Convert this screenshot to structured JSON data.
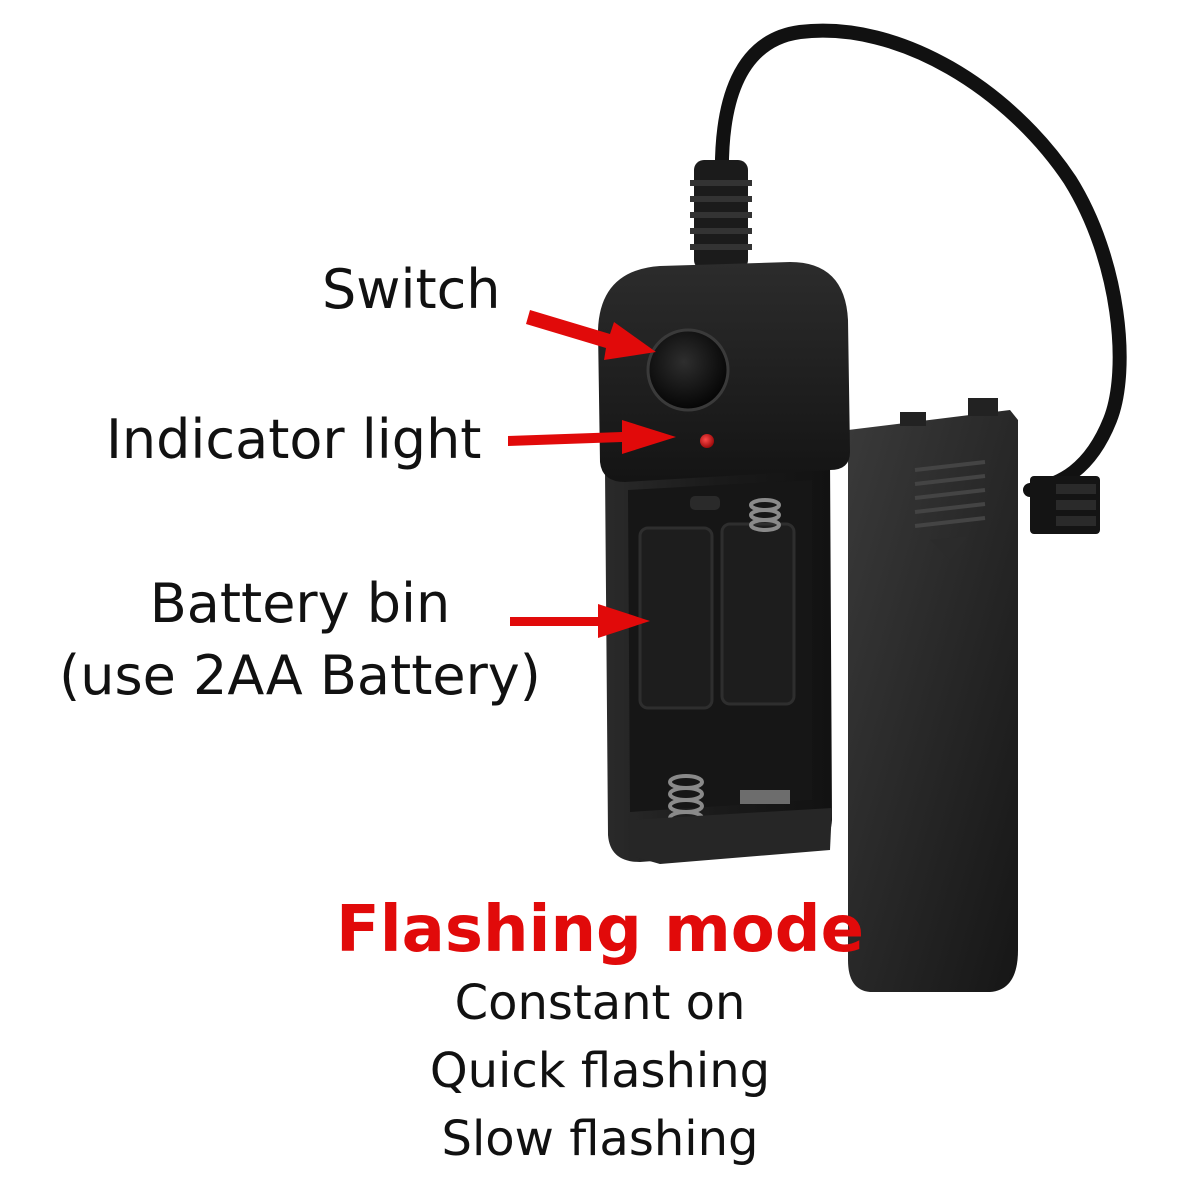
{
  "labels": {
    "switch": "Switch",
    "indicator": "Indicator light",
    "battery_line1": "Battery bin",
    "battery_line2": "(use 2AA Battery)"
  },
  "modes": {
    "title": "Flashing mode",
    "items": [
      "Constant on",
      "Quick flashing",
      "Slow flashing"
    ]
  },
  "colors": {
    "background": "#ffffff",
    "arrow": "#e10a0a",
    "title": "#e10a0a",
    "device_body": "#1c1c1c",
    "indicator_led": "#d4161a"
  }
}
